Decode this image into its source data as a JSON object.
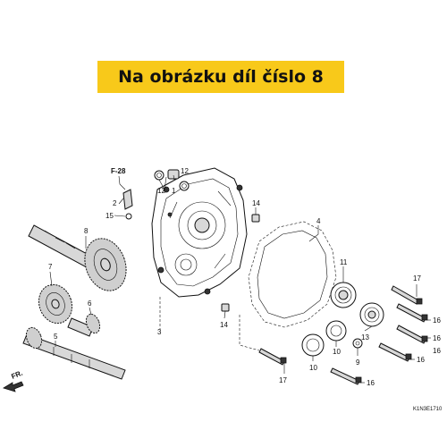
{
  "banner": {
    "text": "Na obrázku díl číslo 8"
  },
  "callouts": [
    {
      "id": "f28",
      "text": "F-28"
    },
    {
      "id": "c12a",
      "text": "12"
    },
    {
      "id": "c12b",
      "text": "12"
    },
    {
      "id": "c1",
      "text": "1"
    },
    {
      "id": "c2",
      "text": "2"
    },
    {
      "id": "c15",
      "text": "15"
    },
    {
      "id": "c8",
      "text": "8"
    },
    {
      "id": "c7",
      "text": "7"
    },
    {
      "id": "c6",
      "text": "6"
    },
    {
      "id": "c5",
      "text": "5"
    },
    {
      "id": "c3",
      "text": "3"
    },
    {
      "id": "c14a",
      "text": "14"
    },
    {
      "id": "c14b",
      "text": "14"
    },
    {
      "id": "c4",
      "text": "4"
    },
    {
      "id": "c11",
      "text": "11"
    },
    {
      "id": "c13",
      "text": "13"
    },
    {
      "id": "c10a",
      "text": "10"
    },
    {
      "id": "c10b",
      "text": "10"
    },
    {
      "id": "c9",
      "text": "9"
    },
    {
      "id": "c17a",
      "text": "17"
    },
    {
      "id": "c17b",
      "text": "17"
    },
    {
      "id": "c16a",
      "text": "16"
    },
    {
      "id": "c16b",
      "text": "16"
    },
    {
      "id": "c16c",
      "text": "16"
    },
    {
      "id": "c16d",
      "text": "16"
    },
    {
      "id": "c16e",
      "text": "16"
    }
  ],
  "fr_arrow": {
    "text": "FR."
  },
  "diagram_code": {
    "text": "K1N3E1710"
  }
}
